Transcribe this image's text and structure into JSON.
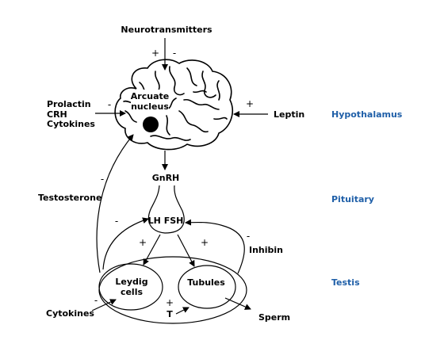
{
  "labels": {
    "neurotransmitters": "Neurotransmitters",
    "arcuate_line1": "Arcuate",
    "arcuate_line2": "nucleus",
    "prolactin": "Prolactin",
    "crh": "CRH",
    "cytokines_top": "Cytokines",
    "leptin": "Leptin",
    "gnrh": "GnRH",
    "testosterone": "Testosterone",
    "lh_fsh": "LH FSH",
    "inhibin": "Inhibin",
    "leydig_line1": "Leydig",
    "leydig_line2": "cells",
    "tubules": "Tubules",
    "cytokines_bottom": "Cytokines",
    "t": "T",
    "sperm": "Sperm"
  },
  "levels": {
    "hypothalamus": "Hypothalamus",
    "pituitary": "Pituitary",
    "testis": "Testis"
  },
  "signs": {
    "neuro_plus": "+",
    "neuro_minus": "-",
    "prolactin_minus": "-",
    "leptin_plus": "+",
    "testosterone_minus_upper": "-",
    "testosterone_minus_lower": "-",
    "inhibin_minus": "-",
    "lh_plus": "+",
    "fsh_plus": "+",
    "cytokine_minus": "-",
    "t_plus": "+"
  },
  "colors": {
    "level_text": "#1f5fa8",
    "ink": "#000000"
  }
}
